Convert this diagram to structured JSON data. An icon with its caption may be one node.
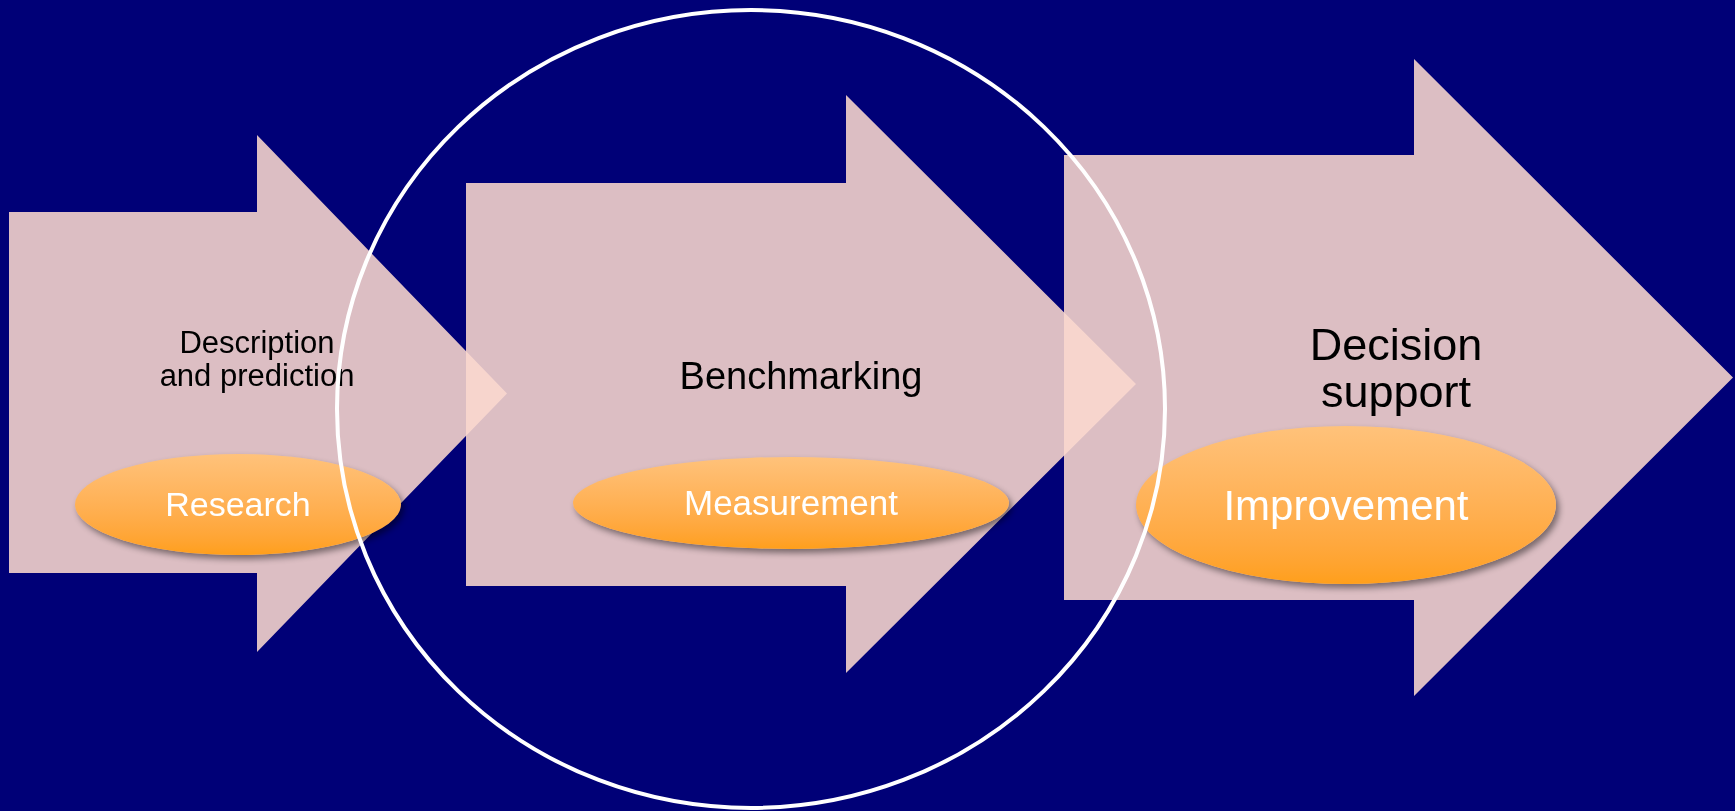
{
  "diagram": {
    "nodes": [
      {
        "text": [
          "Description and prediction"
        ]
      },
      {
        "text": [
          "Research"
        ],
        "in": 0
      },
      {
        "text": [],
        "shape": "circle"
      },
      {
        "text": [
          "Benchmarking"
        ],
        "in": 2
      },
      {
        "text": [
          "Measurement"
        ],
        "in": 3
      },
      {
        "text": [
          "Decision support"
        ]
      },
      {
        "text": [
          "Improvement"
        ],
        "in": 5
      }
    ]
  }
}
